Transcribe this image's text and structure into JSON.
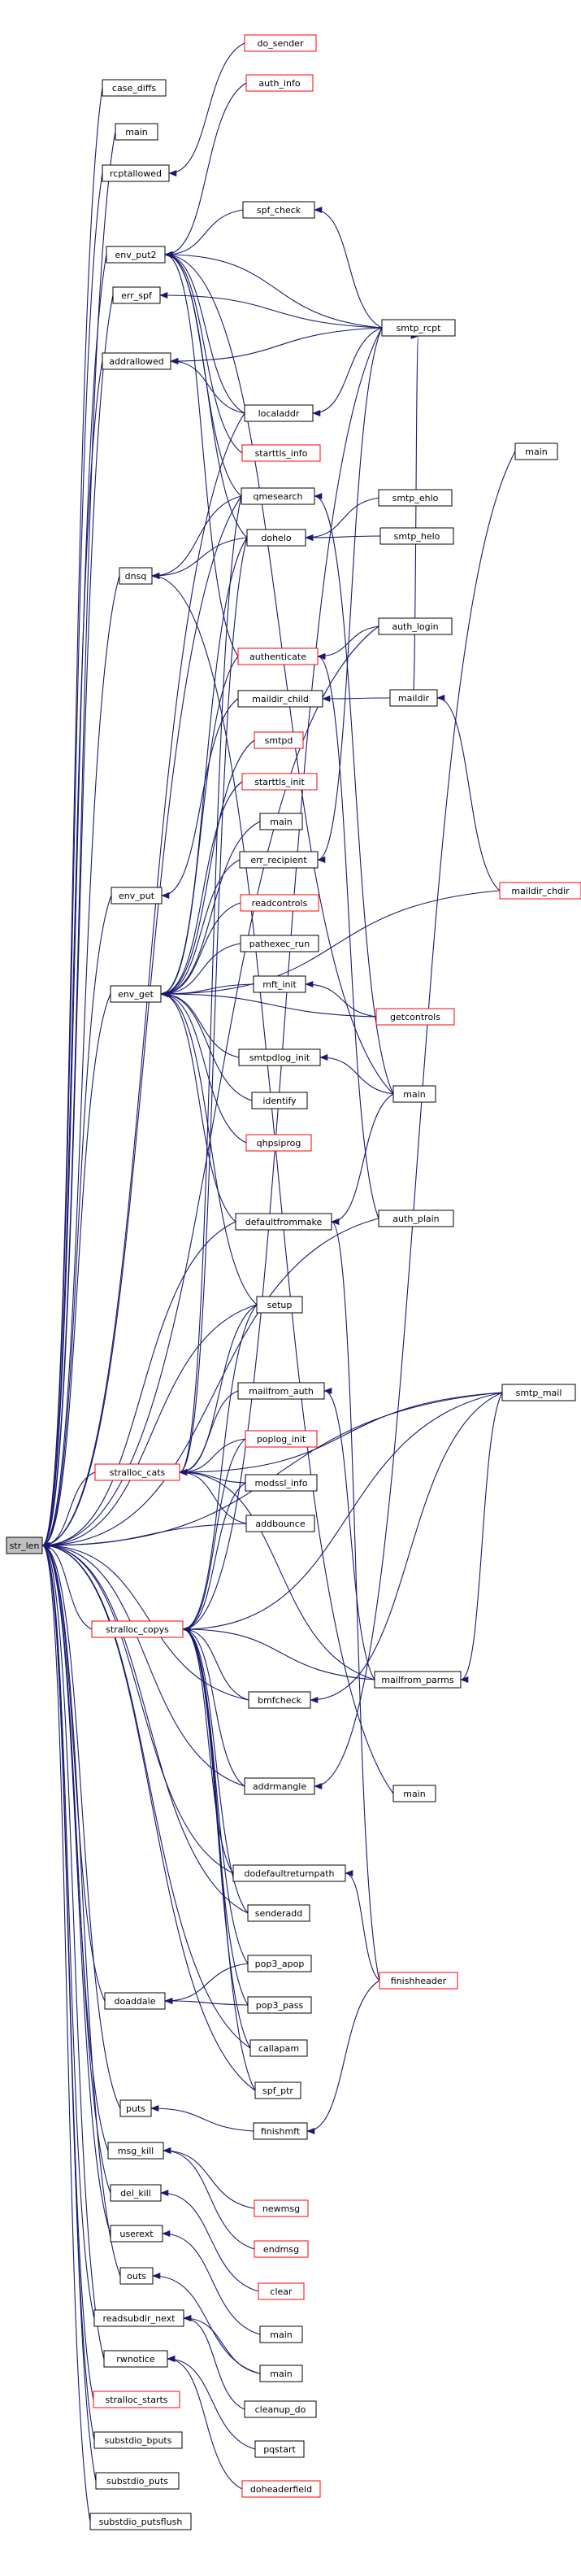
{
  "graph": {
    "colors": {
      "edge": "#191970",
      "node_border": "#000000",
      "undocumented_border": "#ff0000",
      "root_fill": "#bfbfbf"
    },
    "nodes": [
      {
        "id": "str_len",
        "label": "str_len",
        "root": true
      },
      {
        "id": "case_diffs",
        "label": "case_diffs"
      },
      {
        "id": "main_a",
        "label": "main"
      },
      {
        "id": "rcptallowed",
        "label": "rcptallowed"
      },
      {
        "id": "env_put2",
        "label": "env_put2"
      },
      {
        "id": "err_spf",
        "label": "err_spf"
      },
      {
        "id": "addrallowed",
        "label": "addrallowed"
      },
      {
        "id": "dnsq",
        "label": "dnsq"
      },
      {
        "id": "env_put",
        "label": "env_put"
      },
      {
        "id": "env_get",
        "label": "env_get"
      },
      {
        "id": "stralloc_cats",
        "label": "stralloc_cats",
        "red": true
      },
      {
        "id": "stralloc_copys",
        "label": "stralloc_copys",
        "red": true
      },
      {
        "id": "doaddale",
        "label": "doaddale"
      },
      {
        "id": "puts",
        "label": "puts"
      },
      {
        "id": "msg_kill",
        "label": "msg_kill"
      },
      {
        "id": "del_kill",
        "label": "del_kill"
      },
      {
        "id": "userext",
        "label": "userext"
      },
      {
        "id": "outs",
        "label": "outs"
      },
      {
        "id": "readsubdir_next",
        "label": "readsubdir_next"
      },
      {
        "id": "rwnotice",
        "label": "rwnotice"
      },
      {
        "id": "stralloc_starts",
        "label": "stralloc_starts",
        "red": true
      },
      {
        "id": "substdio_bputs",
        "label": "substdio_bputs"
      },
      {
        "id": "substdio_puts",
        "label": "substdio_puts"
      },
      {
        "id": "substdio_putsflush",
        "label": "substdio_putsflush"
      },
      {
        "id": "do_sender",
        "label": "do_sender",
        "red": true
      },
      {
        "id": "auth_info",
        "label": "auth_info",
        "red": true
      },
      {
        "id": "spf_check",
        "label": "spf_check"
      },
      {
        "id": "localaddr",
        "label": "localaddr"
      },
      {
        "id": "starttls_info",
        "label": "starttls_info",
        "red": true
      },
      {
        "id": "qmesearch",
        "label": "qmesearch"
      },
      {
        "id": "dohelo",
        "label": "dohelo"
      },
      {
        "id": "authenticate",
        "label": "authenticate",
        "red": true
      },
      {
        "id": "maildir_child",
        "label": "maildir_child"
      },
      {
        "id": "smtpd",
        "label": "smtpd",
        "red": true
      },
      {
        "id": "starttls_init",
        "label": "starttls_init",
        "red": true
      },
      {
        "id": "main_b",
        "label": "main"
      },
      {
        "id": "err_recipient",
        "label": "err_recipient"
      },
      {
        "id": "readcontrols",
        "label": "readcontrols",
        "red": true
      },
      {
        "id": "pathexec_run",
        "label": "pathexec_run"
      },
      {
        "id": "mft_init",
        "label": "mft_init"
      },
      {
        "id": "smtpdlog_init",
        "label": "smtpdlog_init"
      },
      {
        "id": "identify",
        "label": "identify"
      },
      {
        "id": "qhpsiprog",
        "label": "qhpsiprog",
        "red": true
      },
      {
        "id": "defaultfrommake",
        "label": "defaultfrommake"
      },
      {
        "id": "setup",
        "label": "setup"
      },
      {
        "id": "mailfrom_auth",
        "label": "mailfrom_auth"
      },
      {
        "id": "poplog_init",
        "label": "poplog_init",
        "red": true
      },
      {
        "id": "modssl_info",
        "label": "modssl_info"
      },
      {
        "id": "addbounce",
        "label": "addbounce"
      },
      {
        "id": "bmfcheck",
        "label": "bmfcheck"
      },
      {
        "id": "addrmangle",
        "label": "addrmangle"
      },
      {
        "id": "dodefaultreturnpath",
        "label": "dodefaultreturnpath"
      },
      {
        "id": "senderadd",
        "label": "senderadd"
      },
      {
        "id": "pop3_apop",
        "label": "pop3_apop"
      },
      {
        "id": "pop3_pass",
        "label": "pop3_pass"
      },
      {
        "id": "callapam",
        "label": "callapam"
      },
      {
        "id": "spf_ptr",
        "label": "spf_ptr"
      },
      {
        "id": "finishmft",
        "label": "finishmft"
      },
      {
        "id": "newmsg",
        "label": "newmsg",
        "red": true
      },
      {
        "id": "endmsg",
        "label": "endmsg",
        "red": true
      },
      {
        "id": "clear",
        "label": "clear",
        "red": true
      },
      {
        "id": "main_c",
        "label": "main"
      },
      {
        "id": "main_d",
        "label": "main"
      },
      {
        "id": "cleanup_do",
        "label": "cleanup_do"
      },
      {
        "id": "pqstart",
        "label": "pqstart"
      },
      {
        "id": "doheaderfield",
        "label": "doheaderfield",
        "red": true
      },
      {
        "id": "smtp_rcpt",
        "label": "smtp_rcpt"
      },
      {
        "id": "smtp_ehlo",
        "label": "smtp_ehlo"
      },
      {
        "id": "smtp_helo",
        "label": "smtp_helo"
      },
      {
        "id": "auth_login",
        "label": "auth_login"
      },
      {
        "id": "maildir",
        "label": "maildir"
      },
      {
        "id": "getcontrols",
        "label": "getcontrols",
        "red": true
      },
      {
        "id": "main_e",
        "label": "main"
      },
      {
        "id": "auth_plain",
        "label": "auth_plain"
      },
      {
        "id": "mailfrom_parms",
        "label": "mailfrom_parms"
      },
      {
        "id": "main_f",
        "label": "main"
      },
      {
        "id": "finishheader",
        "label": "finishheader",
        "red": true
      },
      {
        "id": "main_g",
        "label": "main"
      },
      {
        "id": "smtp_mail",
        "label": "smtp_mail"
      },
      {
        "id": "maildir_chdir",
        "label": "maildir_chdir",
        "red": true
      }
    ],
    "edges": [
      [
        "case_diffs",
        "str_len"
      ],
      [
        "main_a",
        "str_len"
      ],
      [
        "rcptallowed",
        "str_len"
      ],
      [
        "env_put2",
        "str_len"
      ],
      [
        "err_spf",
        "str_len"
      ],
      [
        "addrallowed",
        "str_len"
      ],
      [
        "dnsq",
        "str_len"
      ],
      [
        "env_put",
        "str_len"
      ],
      [
        "env_get",
        "str_len"
      ],
      [
        "stralloc_cats",
        "str_len"
      ],
      [
        "stralloc_copys",
        "str_len"
      ],
      [
        "doaddale",
        "str_len"
      ],
      [
        "puts",
        "str_len"
      ],
      [
        "msg_kill",
        "str_len"
      ],
      [
        "del_kill",
        "str_len"
      ],
      [
        "userext",
        "str_len"
      ],
      [
        "outs",
        "str_len"
      ],
      [
        "readsubdir_next",
        "str_len"
      ],
      [
        "rwnotice",
        "str_len"
      ],
      [
        "stralloc_starts",
        "str_len"
      ],
      [
        "substdio_bputs",
        "str_len"
      ],
      [
        "substdio_puts",
        "str_len"
      ],
      [
        "substdio_putsflush",
        "str_len"
      ],
      [
        "addbounce",
        "str_len"
      ],
      [
        "bmfcheck",
        "str_len"
      ],
      [
        "addrmangle",
        "str_len"
      ],
      [
        "dodefaultreturnpath",
        "str_len"
      ],
      [
        "senderadd",
        "str_len"
      ],
      [
        "callapam",
        "str_len"
      ],
      [
        "spf_ptr",
        "str_len"
      ],
      [
        "defaultfrommake",
        "str_len"
      ],
      [
        "setup",
        "str_len"
      ],
      [
        "auth_login",
        "str_len"
      ],
      [
        "auth_plain",
        "str_len"
      ],
      [
        "smtp_mail",
        "str_len"
      ],
      [
        "qmesearch",
        "str_len"
      ],
      [
        "localaddr",
        "str_len"
      ],
      [
        "do_sender",
        "rcptallowed"
      ],
      [
        "auth_info",
        "env_put2"
      ],
      [
        "spf_check",
        "env_put2"
      ],
      [
        "smtp_rcpt",
        "env_put2"
      ],
      [
        "localaddr",
        "env_put2"
      ],
      [
        "starttls_info",
        "env_put2"
      ],
      [
        "qmesearch",
        "env_put2"
      ],
      [
        "dohelo",
        "env_put2"
      ],
      [
        "authenticate",
        "env_put2"
      ],
      [
        "main_e",
        "env_put2"
      ],
      [
        "smtp_rcpt",
        "err_spf"
      ],
      [
        "smtp_rcpt",
        "addrallowed"
      ],
      [
        "localaddr",
        "addrallowed"
      ],
      [
        "dohelo",
        "dnsq"
      ],
      [
        "qmesearch",
        "dnsq"
      ],
      [
        "main_f",
        "dnsq"
      ],
      [
        "main_e",
        "qmesearch"
      ],
      [
        "smtp_ehlo",
        "dohelo"
      ],
      [
        "smtp_helo",
        "dohelo"
      ],
      [
        "smtp_rcpt",
        "spf_check"
      ],
      [
        "smtp_rcpt",
        "localaddr"
      ],
      [
        "auth_login",
        "authenticate"
      ],
      [
        "auth_plain",
        "authenticate"
      ],
      [
        "maildir",
        "maildir_child"
      ],
      [
        "maildir_chdir",
        "maildir"
      ],
      [
        "smtp_rcpt",
        "err_recipient"
      ],
      [
        "maildir_child",
        "env_put"
      ],
      [
        "main_b",
        "env_get"
      ],
      [
        "smtpd",
        "env_get"
      ],
      [
        "starttls_init",
        "env_get"
      ],
      [
        "err_recipient",
        "env_get"
      ],
      [
        "readcontrols",
        "env_get"
      ],
      [
        "pathexec_run",
        "env_get"
      ],
      [
        "mft_init",
        "env_get"
      ],
      [
        "smtpdlog_init",
        "env_get"
      ],
      [
        "identify",
        "env_get"
      ],
      [
        "qhpsiprog",
        "env_get"
      ],
      [
        "defaultfrommake",
        "env_get"
      ],
      [
        "setup",
        "env_get"
      ],
      [
        "maildir_chdir",
        "env_get"
      ],
      [
        "getcontrols",
        "env_get"
      ],
      [
        "dohelo",
        "env_get"
      ],
      [
        "authenticate",
        "env_get"
      ],
      [
        "getcontrols",
        "mft_init"
      ],
      [
        "main_e",
        "smtpdlog_init"
      ],
      [
        "mailfrom_parms",
        "mailfrom_auth"
      ],
      [
        "main_e",
        "defaultfrommake"
      ],
      [
        "finishheader",
        "defaultfrommake"
      ],
      [
        "mailfrom_auth",
        "stralloc_cats"
      ],
      [
        "poplog_init",
        "stralloc_cats"
      ],
      [
        "modssl_info",
        "stralloc_cats"
      ],
      [
        "addbounce",
        "stralloc_cats"
      ],
      [
        "smtp_mail",
        "stralloc_cats"
      ],
      [
        "mailfrom_parms",
        "stralloc_cats"
      ],
      [
        "setup",
        "stralloc_cats"
      ],
      [
        "dohelo",
        "stralloc_cats"
      ],
      [
        "qmesearch",
        "stralloc_cats"
      ],
      [
        "bmfcheck",
        "stralloc_copys"
      ],
      [
        "addrmangle",
        "stralloc_copys"
      ],
      [
        "dodefaultreturnpath",
        "stralloc_copys"
      ],
      [
        "senderadd",
        "stralloc_copys"
      ],
      [
        "pop3_apop",
        "stralloc_copys"
      ],
      [
        "pop3_pass",
        "stralloc_copys"
      ],
      [
        "callapam",
        "stralloc_copys"
      ],
      [
        "spf_ptr",
        "stralloc_copys"
      ],
      [
        "smtp_rcpt",
        "stralloc_copys"
      ],
      [
        "mailfrom_parms",
        "stralloc_copys"
      ],
      [
        "smtp_mail",
        "stralloc_copys"
      ],
      [
        "poplog_init",
        "stralloc_copys"
      ],
      [
        "modssl_info",
        "stralloc_copys"
      ],
      [
        "setup",
        "stralloc_copys"
      ],
      [
        "main_g",
        "addrmangle"
      ],
      [
        "finishheader",
        "dodefaultreturnpath"
      ],
      [
        "smtp_mail",
        "bmfcheck"
      ],
      [
        "pop3_apop",
        "doaddale"
      ],
      [
        "pop3_pass",
        "doaddale"
      ],
      [
        "finishmft",
        "puts"
      ],
      [
        "finishheader",
        "finishmft"
      ],
      [
        "newmsg",
        "msg_kill"
      ],
      [
        "endmsg",
        "msg_kill"
      ],
      [
        "clear",
        "del_kill"
      ],
      [
        "main_c",
        "userext"
      ],
      [
        "main_d",
        "outs"
      ],
      [
        "cleanup_do",
        "readsubdir_next"
      ],
      [
        "main_d",
        "readsubdir_next"
      ],
      [
        "pqstart",
        "rwnotice"
      ],
      [
        "doheaderfield",
        "rwnotice"
      ],
      [
        "smtp_mail",
        "mailfrom_parms"
      ],
      [
        "maildir",
        "smtp_rcpt"
      ]
    ]
  }
}
